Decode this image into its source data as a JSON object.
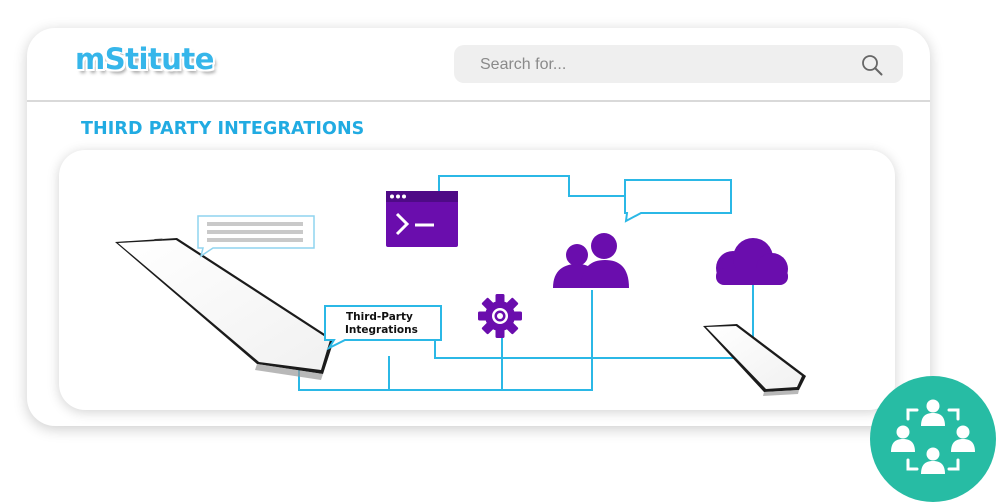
{
  "header": {
    "logo_text": "mStitute",
    "search": {
      "placeholder": "Search for..."
    },
    "search_icon": "search-icon"
  },
  "main": {
    "section_title": "THIRD PARTY INTEGRATIONS",
    "diagram": {
      "callout_line1": "Third-Party",
      "callout_line2": "Integrations",
      "icons": [
        "terminal-icon",
        "users-icon",
        "gear-icon",
        "cloud-icon",
        "smartphone-icon"
      ]
    }
  },
  "badge": {
    "icon": "team-network-icon"
  },
  "colors": {
    "brand_blue": "#36b6ea",
    "title_blue": "#21abe2",
    "line_blue": "#2bb8e6",
    "purple": "#6a0dad",
    "badge_teal": "#27bca4"
  }
}
